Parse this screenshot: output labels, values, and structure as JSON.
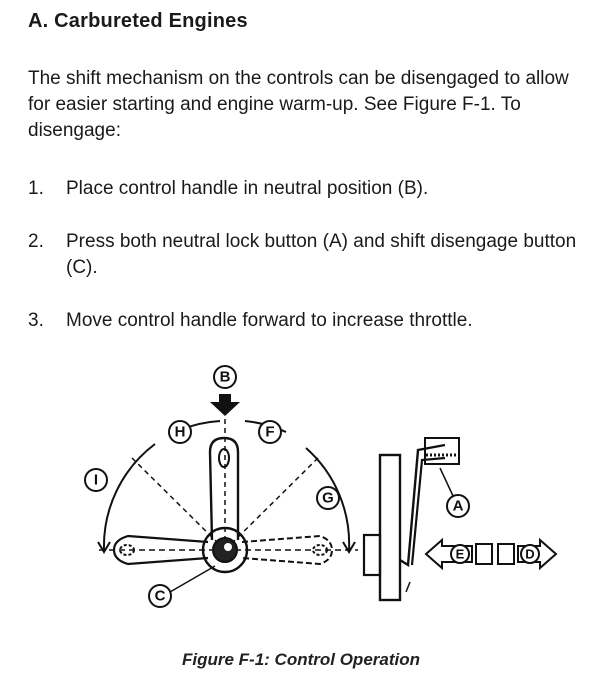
{
  "section": {
    "heading": "A.  Carbureted Engines",
    "intro": "The shift mechanism on the controls can be disengaged to allow for easier starting and engine warm-up. See Figure F-1. To disengage:"
  },
  "steps": [
    {
      "num": "1.",
      "text": "Place control handle in neutral position (B)."
    },
    {
      "num": "2.",
      "text": "Press both neutral lock button (A) and shift disengage button (C)."
    },
    {
      "num": "3.",
      "text": "Move control handle forward to increase throttle."
    }
  ],
  "figure": {
    "labels": {
      "a": "A",
      "b": "B",
      "c": "C",
      "d": "D",
      "e": "E",
      "f": "F",
      "g": "G",
      "h": "H",
      "i": "I"
    },
    "caption": "Figure F-1:  Control Operation"
  }
}
